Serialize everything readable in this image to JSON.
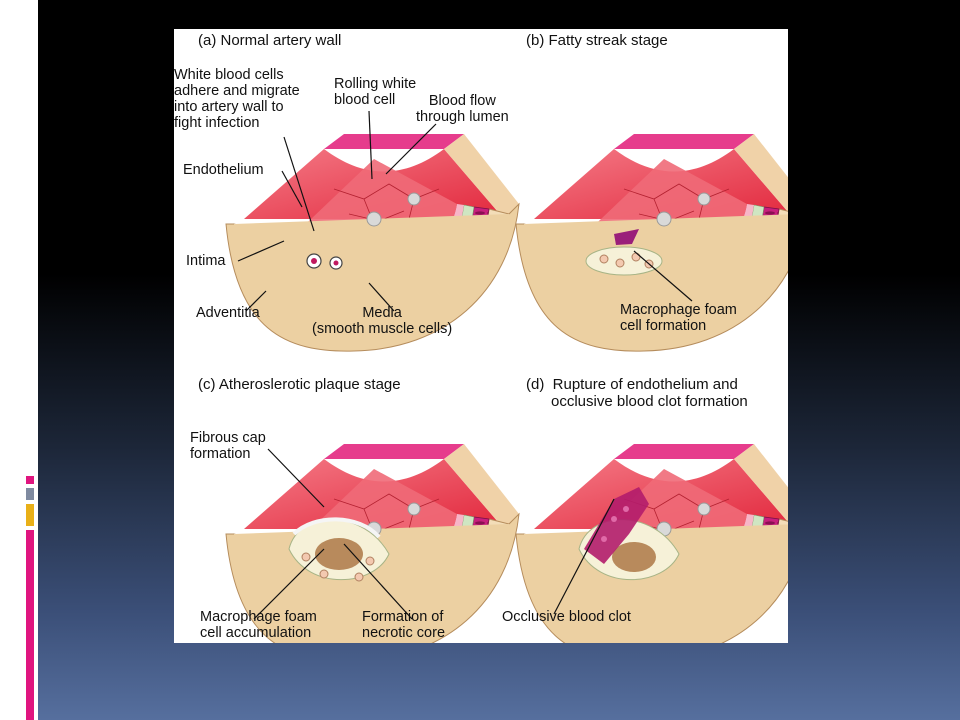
{
  "colors": {
    "slide_top": "#000000",
    "slide_bottom": "#566f9e",
    "accent_magenta": "#e0157f",
    "accent_gray": "#7f8aa0",
    "accent_gold": "#e9b018",
    "wall_pink": "#d6308a",
    "lumen_red": "#ef4a58",
    "adventitia_tan": "#f3ddb8"
  },
  "panels": {
    "a": {
      "title": "(a)  Normal artery wall",
      "labels": {
        "wbc": "White blood cells\nadhere and migrate\ninto artery wall to\nfight infection",
        "rolling": "Rolling white\nblood cell",
        "flow": "Blood flow\nthrough lumen",
        "endothelium": "Endothelium",
        "intima": "Intima",
        "adventitia": "Adventitia",
        "media": "Media\n(smooth muscle cells)"
      }
    },
    "b": {
      "title": "(b)  Fatty streak stage",
      "labels": {
        "macrophage": "Macrophage foam\ncell formation"
      }
    },
    "c": {
      "title": "(c)  Atheroslerotic plaque stage",
      "labels": {
        "fibrous": "Fibrous cap\nformation",
        "accumulation": "Macrophage foam\ncell accumulation",
        "necrotic": "Formation of\nnecrotic core"
      }
    },
    "d": {
      "title": "(d)  Rupture of endothelium and\n      occlusive blood clot formation",
      "labels": {
        "clot": "Occlusive blood clot"
      }
    }
  }
}
